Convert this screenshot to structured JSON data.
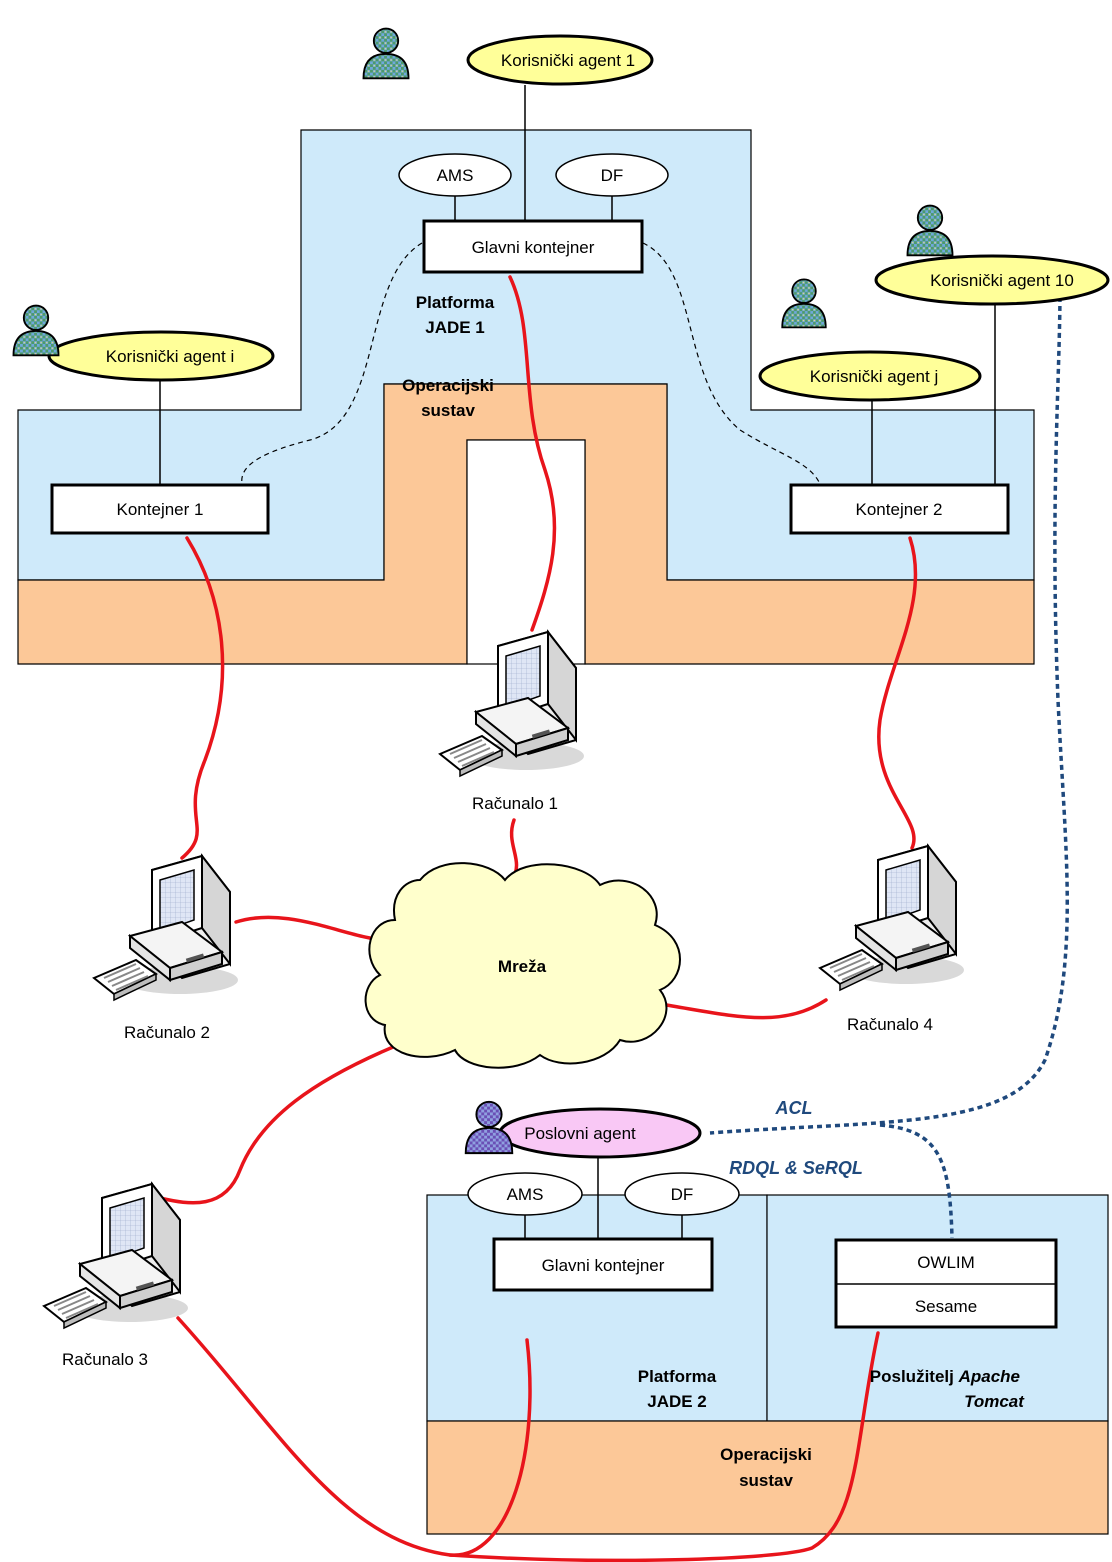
{
  "colors": {
    "platform_fill": "#cfeafa",
    "os_fill": "#fcc898",
    "user_agent_fill": "#ffff99",
    "business_agent_fill": "#f9c8f5",
    "cloud_fill": "#ffffcc",
    "wire": "#e8141b",
    "protocol_link": "#1f497d"
  },
  "top": {
    "user_agent_1": "Korisnički agent 1",
    "user_agent_i": "Korisnički agent i",
    "user_agent_j": "Korisnički agent j",
    "user_agent_10": "Korisnički agent 10",
    "ams": "AMS",
    "df": "DF",
    "main_container": "Glavni kontejner",
    "platform_line1": "Platforma",
    "platform_line2": "JADE 1",
    "os_line1": "Operacijski",
    "os_line2": "sustav",
    "container_1": "Kontejner 1",
    "container_2": "Kontejner 2"
  },
  "network": {
    "cloud_label": "Mreža",
    "computer_1": "Računalo 1",
    "computer_2": "Računalo 2",
    "computer_3": "Računalo 3",
    "computer_4": "Računalo 4"
  },
  "bottom": {
    "business_agent": "Poslovni agent",
    "acl": "ACL",
    "query_langs": "RDQL & SeRQL",
    "ams": "AMS",
    "df": "DF",
    "main_container": "Glavni kontejner",
    "platform_line1": "Platforma",
    "platform_line2": "JADE 2",
    "owlim": "OWLIM",
    "sesame": "Sesame",
    "server_prefix": "Poslužitelj ",
    "server_apache": "Apache",
    "server_tomcat": "Tomcat",
    "os_line1": "Operacijski",
    "os_line2": "sustav"
  },
  "icons": {
    "user": "person-icon",
    "computer": "desktop-computer-icon",
    "network": "cloud-icon"
  }
}
